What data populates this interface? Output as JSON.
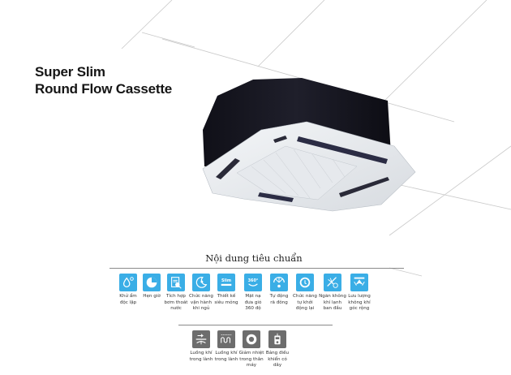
{
  "header": {
    "title_line1": "Super Slim",
    "title_line2": "Round Flow Cassette"
  },
  "features_section": {
    "title": "Nội dung tiêu chuẩn",
    "accent_color": "#3aaee6",
    "secondary_color": "#6d6d6d",
    "standard_features": [
      {
        "icon": "humidity-drop-icon",
        "label": "Khử ẩm\nđộc lập"
      },
      {
        "icon": "timer-icon",
        "label": "Hẹn giờ"
      },
      {
        "icon": "drain-pump-icon",
        "label": "Tích hợp\nbơm thoát\nnước"
      },
      {
        "icon": "sleep-mode-icon",
        "label": "Chức năng\nvận hành\nkhi ngủ"
      },
      {
        "icon": "slim-design-icon",
        "label": "Thiết kế\nsiêu mỏng"
      },
      {
        "icon": "360-airflow-icon",
        "label": "Mặt nạ\nđưa gió\n360 độ"
      },
      {
        "icon": "auto-defrost-icon",
        "label": "Tự động\nrã đông"
      },
      {
        "icon": "auto-restart-icon",
        "label": "Chức năng\ntự khởi\nđộng lại"
      },
      {
        "icon": "cold-draft-prevention-icon",
        "label": "Ngăn không\nkhí lạnh\nban đầu"
      },
      {
        "icon": "wide-airflow-icon",
        "label": "Lưu lượng\nkhông khí\ngóc rộng"
      }
    ],
    "optional_features": [
      {
        "icon": "fresh-air-intake-icon",
        "label": "Luồng khí\ntrong lành"
      },
      {
        "icon": "heater-coil-icon",
        "label": "Luồng khí\ntrong lành"
      },
      {
        "icon": "heat-reduction-icon",
        "label": "Giảm nhiệt\ntrong thân\nmáy"
      },
      {
        "icon": "wired-remote-icon",
        "label": "Bảng điều\nkhiển có\ndây"
      }
    ]
  }
}
